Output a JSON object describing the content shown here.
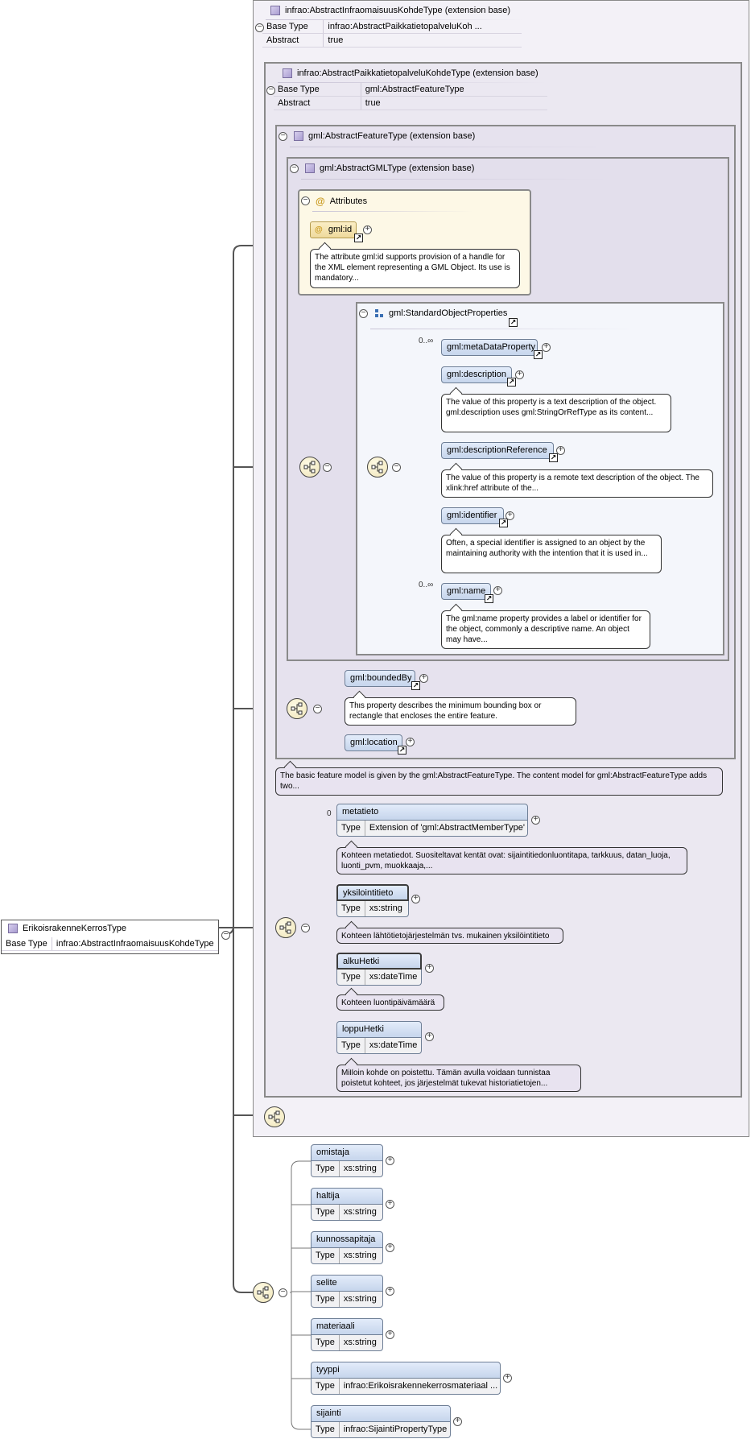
{
  "root": {
    "name": "ErikoisrakenneKerrosType",
    "base_type_label": "Base Type",
    "base_type": "infrao:AbstractInfraomaisuusKohdeType"
  },
  "ext1": {
    "title": "infrao:AbstractInfraomaisuusKohdeType (extension base)",
    "base_type_label": "Base Type",
    "base_type": "infrao:AbstractPaikkatietopalveluKoh ...",
    "abstract_label": "Abstract",
    "abstract": "true"
  },
  "ext2": {
    "title": "infrao:AbstractPaikkatietopalveluKohdeType (extension base)",
    "base_type_label": "Base Type",
    "base_type": "gml:AbstractFeatureType",
    "abstract_label": "Abstract",
    "abstract": "true"
  },
  "ext3": {
    "title": "gml:AbstractFeatureType (extension base)",
    "note": "The basic feature model is given by the gml:AbstractFeatureType. The content model for gml:AbstractFeatureType adds two..."
  },
  "ext4": {
    "title": "gml:AbstractGMLType (extension base)"
  },
  "attributes": {
    "title": "Attributes",
    "id_name": "gml:id",
    "id_note": "The attribute gml:id supports provision of a handle for the XML element representing a GML Object. Its use is mandatory..."
  },
  "std_props": {
    "title": "gml:StandardObjectProperties",
    "items": [
      {
        "name": "gml:metaDataProperty",
        "occurs": "0..∞",
        "note": ""
      },
      {
        "name": "gml:description",
        "occurs": "",
        "note": "The value of this property is a text description of the object. gml:description uses gml:StringOrRefType as its content..."
      },
      {
        "name": "gml:descriptionReference",
        "occurs": "",
        "note": "The value of this property is a remote text description of the object. The xlink:href attribute of the..."
      },
      {
        "name": "gml:identifier",
        "occurs": "",
        "note": "Often, a special identifier is assigned to an object by the maintaining authority with the intention that it is used in..."
      },
      {
        "name": "gml:name",
        "occurs": "0..∞",
        "note": "The gml:name property provides a label or identifier for the object, commonly a descriptive name. An object may have..."
      }
    ]
  },
  "feature_props": {
    "bounded_by": "gml:boundedBy",
    "bounded_by_note": "This property describes the minimum bounding box or rectangle that encloses the entire feature.",
    "location": "gml:location"
  },
  "type_label": "Type",
  "paikka": [
    {
      "name": "metatieto",
      "occurs": "0",
      "type": "Extension of 'gml:AbstractMemberType'",
      "note": "Kohteen metatiedot. Suositeltavat kentät ovat: sijaintitiedonluontitapa, tarkkuus, datan_luoja, luonti_pvm, muokkaaja,..."
    },
    {
      "name": "yksilointitieto",
      "occurs": "",
      "type": "xs:string",
      "note": "Kohteen lähtötietojärjestelmän tvs. mukainen yksilöintitieto"
    },
    {
      "name": "alkuHetki",
      "occurs": "",
      "type": "xs:dateTime",
      "note": "Kohteen luontipäivämäärä"
    },
    {
      "name": "loppuHetki",
      "occurs": "",
      "type": "xs:dateTime",
      "note": "Milloin kohde on poistettu. Tämän avulla voidaan tunnistaa poistetut kohteet, jos järjestelmät tukevat historiatietojen..."
    }
  ],
  "own": [
    {
      "name": "omistaja",
      "type": "xs:string"
    },
    {
      "name": "haltija",
      "type": "xs:string"
    },
    {
      "name": "kunnossapitaja",
      "type": "xs:string"
    },
    {
      "name": "selite",
      "type": "xs:string"
    },
    {
      "name": "materiaali",
      "type": "xs:string"
    },
    {
      "name": "tyyppi",
      "type": "infrao:Erikoisrakennekerrosmateriaal ..."
    },
    {
      "name": "sijainti",
      "type": "infrao:SijaintiPropertyType"
    }
  ]
}
